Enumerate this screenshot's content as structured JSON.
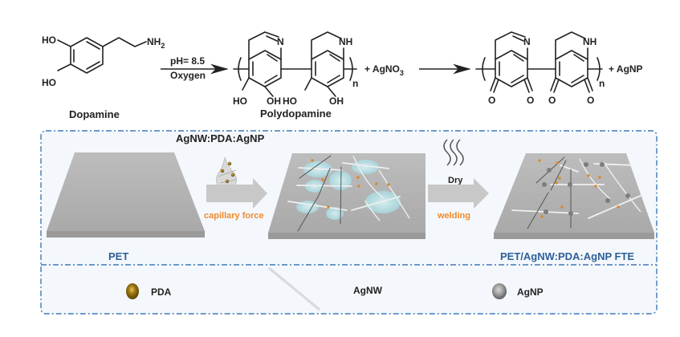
{
  "reaction": {
    "dopamine": {
      "name": "Dopamine",
      "groups": {
        "ho_top": "HO",
        "ho_bottom": "HO",
        "amine": "NH",
        "amine_sub": "2"
      }
    },
    "arrow1": {
      "condition_top": "pH= 8.5",
      "condition_bottom": "Oxygen"
    },
    "polydopamine": {
      "name": "Polydopamine",
      "groups": {
        "n": "N",
        "nh": "NH",
        "oh1": "HO",
        "oh2": "OH",
        "oh3": "HO",
        "oh4": "OH",
        "subscript": "n"
      },
      "plus_reagent": "+ AgNO",
      "plus_reagent_sub": "3"
    },
    "product": {
      "groups": {
        "n": "N",
        "nh": "NH",
        "o1": "O",
        "o2": "O",
        "o3": "O",
        "o4": "O",
        "subscript": "n"
      },
      "plus_product": "+ AgNP"
    }
  },
  "process": {
    "ink_label": "AgNW:PDA:AgNP",
    "step1_label": "capillary force",
    "step2_top": "Dry",
    "step2_label": "welding",
    "substrate_start": "PET",
    "substrate_end": "PET/AgNW:PDA:AgNP FTE",
    "accent_orange": "#f08a2c",
    "accent_blue": "#2d5f99"
  },
  "legend": [
    {
      "label": "PDA",
      "symbol": "gold-sphere"
    },
    {
      "label": "AgNW",
      "symbol": "silver-wire"
    },
    {
      "label": "AgNP",
      "symbol": "gray-sphere"
    }
  ]
}
